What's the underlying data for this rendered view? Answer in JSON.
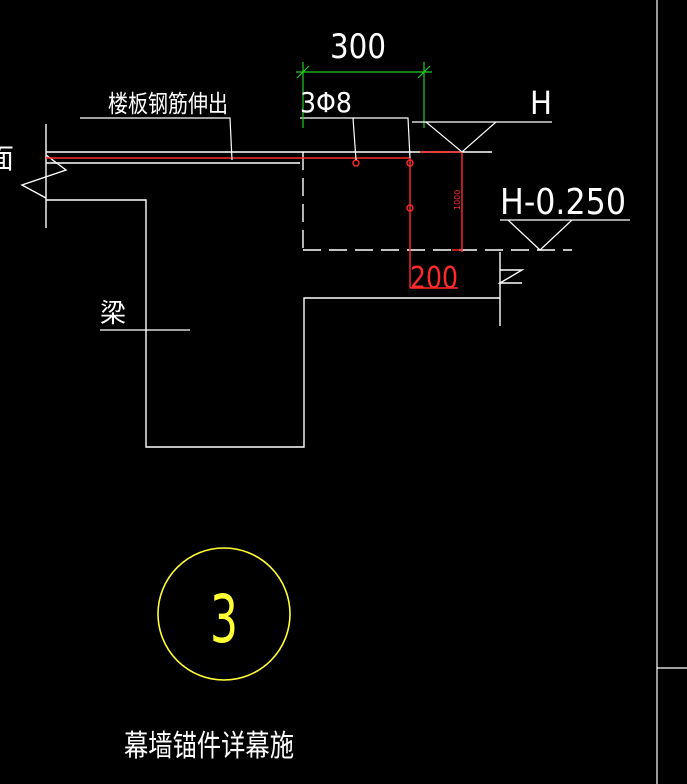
{
  "drawing": {
    "labels": {
      "dim_top": "300",
      "rebar_spec": "3Φ8",
      "slab_rebar_note": "楼板钢筋伸出",
      "level_top": "H",
      "level_lower": "H-0.250",
      "dim_bottom": "200",
      "dim_vertical_small": "1000",
      "beam": "梁",
      "left_edge_fragment": "面",
      "detail_number": "3",
      "detail_title": "幕墙锚件详幕施"
    },
    "colors": {
      "background": "#000000",
      "line": "#ffffff",
      "rebar": "#ff2a2a",
      "dimension": "#22cc22",
      "detail": "#ffff33"
    }
  }
}
